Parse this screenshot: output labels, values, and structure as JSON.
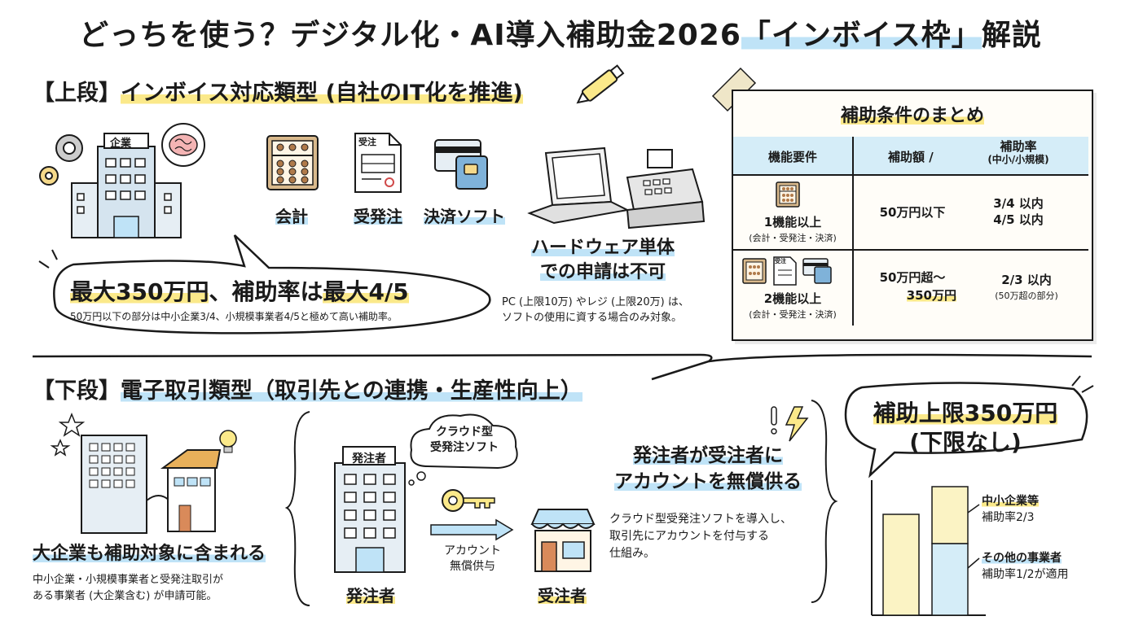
{
  "title": {
    "pre": "どっちを使う？デジタル化・AI導入補助金2026",
    "highlight": "「インボイス枠」",
    "post": "解説"
  },
  "upper": {
    "heading_bracket": "【上段】",
    "heading": "インボイス対応類型 (自社のIT化を推進)",
    "company_sign": "企業",
    "software": [
      {
        "label": "会計",
        "icon": "abacus-icon"
      },
      {
        "label": "受発注",
        "icon": "order-document-icon",
        "doc_text": "受注"
      },
      {
        "label": "決済ソフト",
        "icon": "payment-card-icon"
      }
    ],
    "hardware_title_line1": "ハードウェア単体",
    "hardware_title_line2": "での申請は不可",
    "hardware_note_line1": "PC (上限10万) やレジ (上限20万) は、",
    "hardware_note_line2": "ソフトの使用に資する場合のみ対象。",
    "bubble_main_1": "最大350万円",
    "bubble_main_2": "、補助率は",
    "bubble_main_3": "最大4/5",
    "bubble_sub": "50万円以下の部分は中小企業3/4、小規模事業者4/5と極めて高い補助率。"
  },
  "summary": {
    "title": "補助条件のまとめ",
    "col_function": "機能要件",
    "col_amount": "補助額",
    "col_rate": "補助率",
    "col_rate_sub": "(中小/小規模)",
    "rows": [
      {
        "function": "1機能以上",
        "function_sub": "(会計・受発注・決済)",
        "amount": "50万円以下",
        "rate_1": "3/4 以内",
        "rate_2": "4/5 以内"
      },
      {
        "function": "2機能以上",
        "function_sub": "(会計・受発注・決済)",
        "amount_1": "50万円超〜",
        "amount_2": "350万円",
        "rate_1": "2/3 以内",
        "rate_2": "(50万超の部分)"
      }
    ],
    "doc_text": "受注"
  },
  "lower": {
    "heading_bracket": "【下段】",
    "heading": "電子取引類型（取引先との連携・生産性向上）",
    "large_co_title": "大企業も補助対象に含まれる",
    "large_co_note_line1": "中小企業・小規模事業者と受発注取引が",
    "large_co_note_line2": "ある事業者 (大企業含む) が申請可能。",
    "orderer_sign": "発注者",
    "orderer_label": "発注者",
    "cloud_line1": "クラウド型",
    "cloud_line2": "受発注ソフト",
    "account_line1": "アカウント",
    "account_line2": "無償供与",
    "receiver_label": "受注者",
    "free_title_line1": "発注者が受注者に",
    "free_title_line2": "アカウントを無償供る",
    "free_note_line1": "クラウド型受発注ソフトを導入し、",
    "free_note_line2": "取引先にアカウントを付与する",
    "free_note_line3": "仕組み。",
    "limit_line1": "補助上限350万円",
    "limit_line2": "(下限なし)",
    "bar_label_1a": "中小企業等",
    "bar_label_1b": "補助率2/3",
    "bar_label_2a": "その他の事業者",
    "bar_label_2b": "補助率1/2が適用"
  },
  "colors": {
    "yellow": "#fbe98a",
    "blue": "#bfe3f7",
    "ink": "#1a1a1a"
  }
}
